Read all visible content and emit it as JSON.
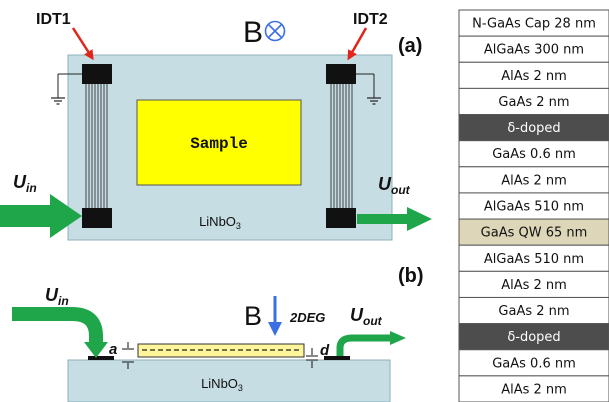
{
  "panel_a": {
    "label": "(a)",
    "idt1": "IDT1",
    "idt2": "IDT2",
    "field_letter": "B",
    "field_icon": "field-into-page-icon",
    "sample": "Sample",
    "substrate_main": "LiNbO",
    "substrate_sub": "3",
    "u_in_main": "U",
    "u_in_sub": "in",
    "u_out_main": "U",
    "u_out_sub": "out"
  },
  "panel_b": {
    "label": "(b)",
    "field_letter": "B",
    "two_deg": "2DEG",
    "dim_a": "a",
    "dim_d": "d",
    "substrate_main": "LiNbO",
    "substrate_sub": "3",
    "u_in_main": "U",
    "u_in_sub": "in",
    "u_out_main": "U",
    "u_out_sub": "out"
  },
  "layers": [
    {
      "text": "N-GaAs Cap  28 nm",
      "kind": "normal"
    },
    {
      "text": "AlGaAs  300 nm",
      "kind": "normal"
    },
    {
      "text": "AlAs  2 nm",
      "kind": "normal"
    },
    {
      "text": "GaAs  2 nm",
      "kind": "normal"
    },
    {
      "text": "δ-doped",
      "kind": "doped"
    },
    {
      "text": "GaAs  0.6 nm",
      "kind": "normal"
    },
    {
      "text": "AlAs  2 nm",
      "kind": "normal"
    },
    {
      "text": "AlGaAs  510 nm",
      "kind": "normal"
    },
    {
      "text": "GaAs QW  65 nm",
      "kind": "qw"
    },
    {
      "text": "AlGaAs  510 nm",
      "kind": "normal"
    },
    {
      "text": "AlAs  2 nm",
      "kind": "normal"
    },
    {
      "text": "GaAs  2 nm",
      "kind": "normal"
    },
    {
      "text": "δ-doped",
      "kind": "doped"
    },
    {
      "text": "GaAs  0.6 nm",
      "kind": "normal"
    },
    {
      "text": "AlAs  2 nm",
      "kind": "normal"
    }
  ],
  "colors": {
    "substrate": "#c5dde3",
    "sample": "#ffff00",
    "green_arrow": "#1fa64a",
    "red_arrow": "#e1251b",
    "field_blue": "#3b6fe6",
    "transducer": "#111111",
    "doped_row": "#4d4d4d",
    "qw_row": "#ddd6b8"
  }
}
